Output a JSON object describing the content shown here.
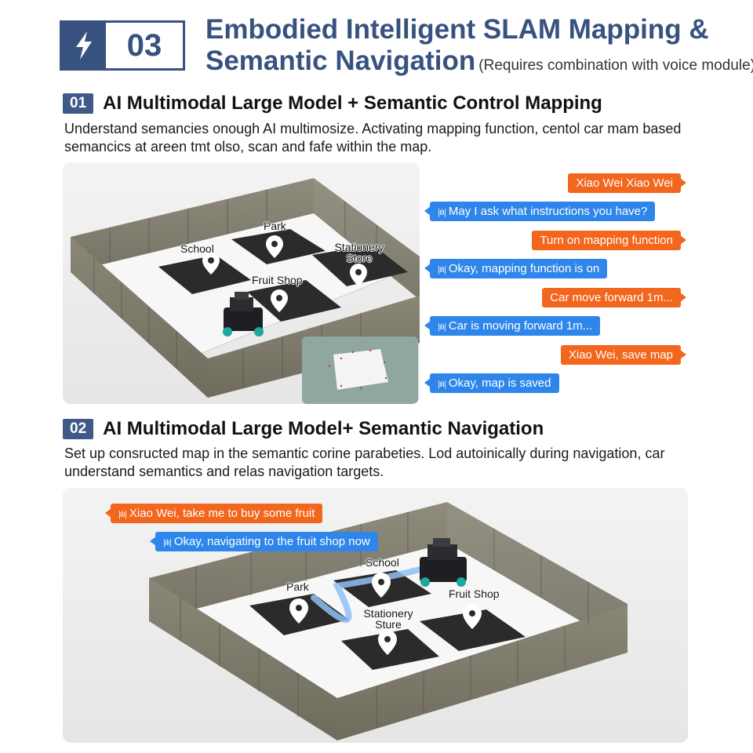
{
  "header": {
    "number": "03",
    "title_line1": "Embodied Intelligent SLAM Mapping &",
    "title_line2": "Semantic Navigation",
    "title_note": "(Requires combination with voice module)"
  },
  "section1": {
    "number": "01",
    "title": "AI Multimodal Large Model + Semantic Control Mapping",
    "description": "Understand semancies onough AI multimosize. Activating mapping function, centol car mam based semancics at areen tmt olso, scan and fafe within the map.",
    "locations": [
      "Park",
      "School",
      "Stationery Store",
      "Fruit Shop"
    ],
    "chat": [
      {
        "role": "user",
        "text": "Xiao Wei Xiao Wei"
      },
      {
        "role": "robot",
        "text": "May I ask what instructions you have?"
      },
      {
        "role": "user",
        "text": "Turn on mapping function"
      },
      {
        "role": "robot",
        "text": "Okay, mapping function is on"
      },
      {
        "role": "user",
        "text": "Car move forward 1m..."
      },
      {
        "role": "robot",
        "text": "Car is moving forward 1m..."
      },
      {
        "role": "user",
        "text": "Xiao Wei, save map"
      },
      {
        "role": "robot",
        "text": "Okay, map is saved"
      }
    ]
  },
  "section2": {
    "number": "02",
    "title": "AI Multimodal Large Model+ Semantic Navigation",
    "description": "Set up consructed map in the semantic corine parabeties. Lod autoinically during navigation, car understand semantics and relas navigation targets.",
    "locations": [
      "School",
      "Park",
      "Fruit Shop",
      "Stationery Sture"
    ],
    "chat": [
      {
        "role": "user",
        "text": "Xiao Wei, take me to buy some fruit"
      },
      {
        "role": "robot",
        "text": "Okay, navigating to the fruit shop now"
      }
    ]
  },
  "colors": {
    "brand_blue": "#37527f",
    "user_bubble": "#f2661d",
    "robot_bubble": "#2e86ea"
  }
}
